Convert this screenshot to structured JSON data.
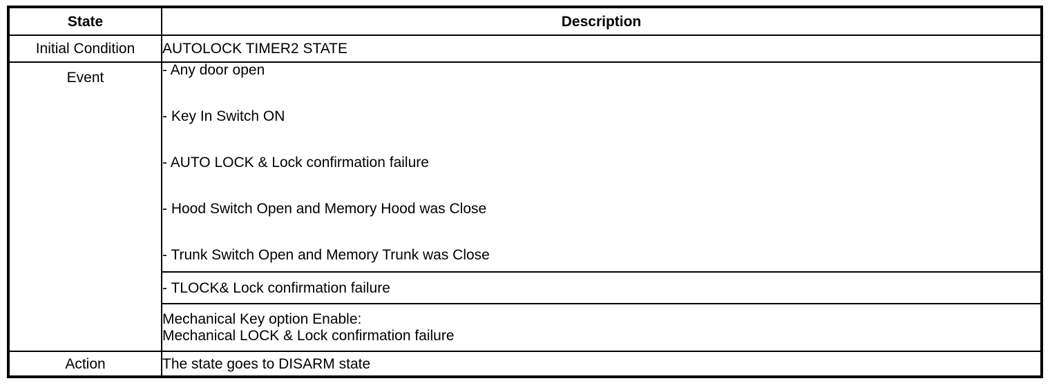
{
  "table": {
    "headers": {
      "state": "State",
      "description": "Description"
    },
    "rows": {
      "initial_condition": {
        "label": "Initial Condition",
        "description": "AUTOLOCK TIMER2 STATE"
      },
      "event": {
        "label": "Event",
        "bullet_items": [
          "- Any door open",
          "- Key In Switch ON",
          "- AUTO LOCK & Lock confirmation failure",
          "- Hood Switch Open and Memory Hood was Close",
          "- Trunk Switch Open and Memory Trunk was Close"
        ],
        "tlock_item": "- TLOCK& Lock confirmation failure",
        "mechanical_lines": [
          "Mechanical Key option Enable:",
          "Mechanical LOCK & Lock confirmation failure"
        ]
      },
      "action": {
        "label": "Action",
        "description": "The state goes to DISARM state"
      }
    },
    "colors": {
      "border": "#000000",
      "text": "#000000",
      "background": "#ffffff"
    }
  }
}
